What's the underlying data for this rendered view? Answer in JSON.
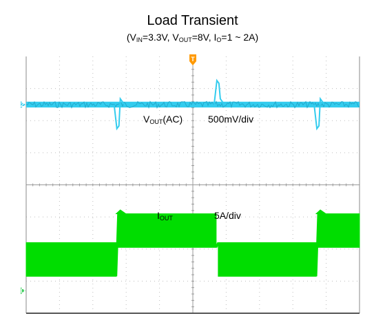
{
  "chart_data": {
    "type": "line",
    "title": "Load Transient",
    "subtitle": {
      "parts": [
        {
          "text": "(V"
        },
        {
          "sub": "IN"
        },
        {
          "text": "=3.3V, V"
        },
        {
          "sub": "OUT"
        },
        {
          "text": "=8V, I"
        },
        {
          "sub": "O"
        },
        {
          "text": "=1 ~ 2A)"
        }
      ]
    },
    "grid": true,
    "divisions": {
      "x": 10,
      "y": 8
    },
    "trigger_marker": "T",
    "x_divisions_range": [
      0,
      10
    ],
    "series": [
      {
        "name": "VOUT(AC)",
        "label_main": "V",
        "label_sub": "OUT",
        "label_suffix": "(AC)",
        "scale": "500mV/div",
        "channel_marker": "2",
        "color": "#33ccee",
        "unit_per_div": "500mV",
        "baseline_div": 6.5,
        "ripple_div": 0.18,
        "events": [
          {
            "t": 2.7,
            "type": "load_step_up",
            "deviation_div": -0.75
          },
          {
            "t": 5.7,
            "type": "load_step_down",
            "deviation_div": 0.75
          },
          {
            "t": 8.7,
            "type": "load_step_up",
            "deviation_div": -0.75
          }
        ]
      },
      {
        "name": "IOUT",
        "label_main": "I",
        "label_sub": "OUT",
        "label_suffix": "",
        "scale": "5A/div",
        "channel_marker": "D",
        "color": "#00dd00",
        "unit_per_div": "5A",
        "high_level_A": 2,
        "low_level_A": 1,
        "high_div": [
          2.05,
          3.1
        ],
        "low_div": [
          1.15,
          2.2
        ],
        "steps": [
          {
            "t": 0.0,
            "level": "low"
          },
          {
            "t": 2.7,
            "level": "high"
          },
          {
            "t": 5.7,
            "level": "low"
          },
          {
            "t": 8.7,
            "level": "high"
          }
        ]
      }
    ]
  }
}
